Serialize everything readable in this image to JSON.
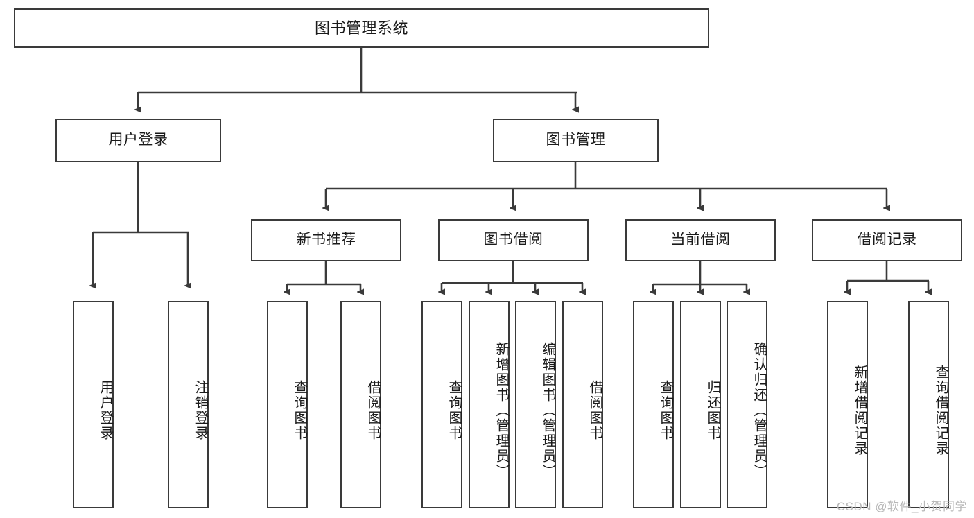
{
  "diagram": {
    "title": "图书管理系统",
    "type": "tree-hierarchy-diagram",
    "watermark": "CSDN @软件_小贺同学",
    "style": {
      "box_stroke": "#3a3a3a",
      "box_fill": "#ffffff",
      "text_color": "#1a1a1a",
      "background": "#ffffff",
      "watermark_color": "#b8b8b8"
    },
    "nodes": {
      "root": {
        "label": "图书管理系统",
        "level": 1
      },
      "l2": [
        {
          "id": "user-login",
          "label": "用户登录",
          "level": 2
        },
        {
          "id": "book-manage",
          "label": "图书管理",
          "level": 2
        }
      ],
      "l3": [
        {
          "id": "new-book-rec",
          "label": "新书推荐",
          "level": 3,
          "parent": "book-manage"
        },
        {
          "id": "book-borrow",
          "label": "图书借阅",
          "level": 3,
          "parent": "book-manage"
        },
        {
          "id": "current-borrow",
          "label": "当前借阅",
          "level": 3,
          "parent": "book-manage"
        },
        {
          "id": "borrow-record",
          "label": "借阅记录",
          "level": 3,
          "parent": "book-manage"
        }
      ],
      "leaves": [
        {
          "id": "leaf-user-login",
          "label": "用户登录",
          "parent": "user-login"
        },
        {
          "id": "leaf-logout",
          "label": "注销登录",
          "parent": "user-login"
        },
        {
          "id": "leaf-query-book-1",
          "label": "查询图书",
          "parent": "new-book-rec"
        },
        {
          "id": "leaf-borrow-book-1",
          "label": "借阅图书",
          "parent": "new-book-rec"
        },
        {
          "id": "leaf-query-book-2",
          "label": "查询图书",
          "parent": "book-borrow"
        },
        {
          "id": "leaf-add-book",
          "label": "新增图书（管理员）",
          "parent": "book-borrow"
        },
        {
          "id": "leaf-edit-book",
          "label": "编辑图书（管理员）",
          "parent": "book-borrow"
        },
        {
          "id": "leaf-borrow-book-2",
          "label": "借阅图书",
          "parent": "book-borrow"
        },
        {
          "id": "leaf-query-book-3",
          "label": "查询图书",
          "parent": "current-borrow"
        },
        {
          "id": "leaf-return-book",
          "label": "归还图书",
          "parent": "current-borrow"
        },
        {
          "id": "leaf-confirm-return",
          "label": "确认归还（管理员）",
          "parent": "current-borrow"
        },
        {
          "id": "leaf-add-record",
          "label": "新增借阅记录",
          "parent": "borrow-record"
        },
        {
          "id": "leaf-query-record",
          "label": "查询借阅记录",
          "parent": "borrow-record"
        }
      ]
    }
  }
}
